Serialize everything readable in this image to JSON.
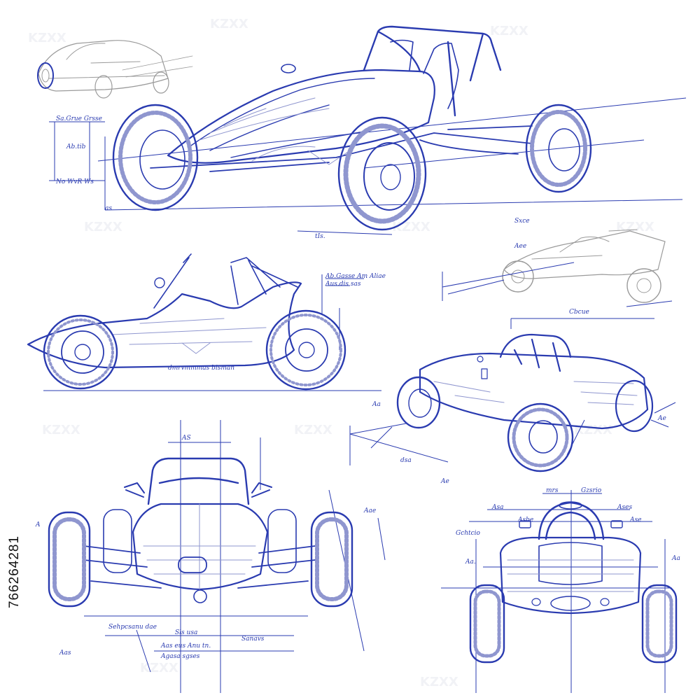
{
  "image": {
    "stock_id": "766264281",
    "palette": {
      "ink": "#2a3bb0",
      "ink_light": "#8f96cf",
      "ghost": "#9a9a9a",
      "paper": "#ffffff"
    }
  },
  "views": [
    {
      "id": "perspective-front-three-quarter"
    },
    {
      "id": "side-elevation"
    },
    {
      "id": "perspective-rear-three-quarter"
    },
    {
      "id": "front-elevation"
    },
    {
      "id": "rear-elevation"
    },
    {
      "id": "thumbnail-sketch-top-left"
    },
    {
      "id": "thumbnail-sketch-right"
    }
  ]
}
